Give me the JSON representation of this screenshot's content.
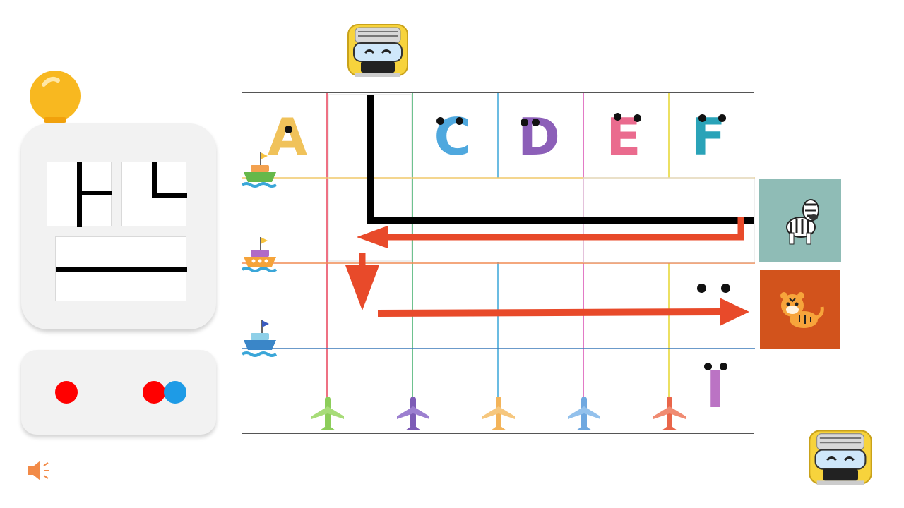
{
  "colors": {
    "red_arrow": "#e84a2a",
    "zebra_bg": "#8fbcb6",
    "tiger_bg": "#d2531c",
    "bulb": "#f8b820",
    "dot_red": "#ff0000",
    "dot_blue": "#1e9be6"
  },
  "board": {
    "letters": [
      {
        "char": "A",
        "color": "#f0c25a"
      },
      {
        "char": "C",
        "color": "#4fa8de"
      },
      {
        "char": "D",
        "color": "#8c5fb8"
      },
      {
        "char": "E",
        "color": "#ea6b8e"
      },
      {
        "char": "F",
        "color": "#2aa3b8"
      },
      {
        "char": "I",
        "color": "#bb73c4"
      }
    ],
    "column_line_colors": [
      "#e8425a",
      "#3fae6a",
      "#3aa6d8",
      "#d84fb3",
      "#e6d62e"
    ],
    "row_line_colors": [
      "#f0c86a",
      "#f08a52",
      "#3a78b8"
    ],
    "boats": [
      "boat-green-icon",
      "boat-orange-icon",
      "boat-blue-icon"
    ],
    "planes": [
      {
        "icon": "plane-icon",
        "color": "#8ccd5a"
      },
      {
        "icon": "plane-icon",
        "color": "#7d5cb6"
      },
      {
        "icon": "plane-icon",
        "color": "#f3b45a"
      },
      {
        "icon": "plane-icon",
        "color": "#6fa8e0"
      },
      {
        "icon": "plane-icon",
        "color": "#e9664a"
      }
    ]
  },
  "side_cards": [
    {
      "animal": "zebra-icon"
    },
    {
      "animal": "tiger-icon"
    }
  ],
  "hint_panel": {
    "icon": "lightbulb-icon"
  },
  "dots": [
    "red",
    "red",
    "blue"
  ],
  "audio": {
    "icon": "speaker-icon"
  }
}
